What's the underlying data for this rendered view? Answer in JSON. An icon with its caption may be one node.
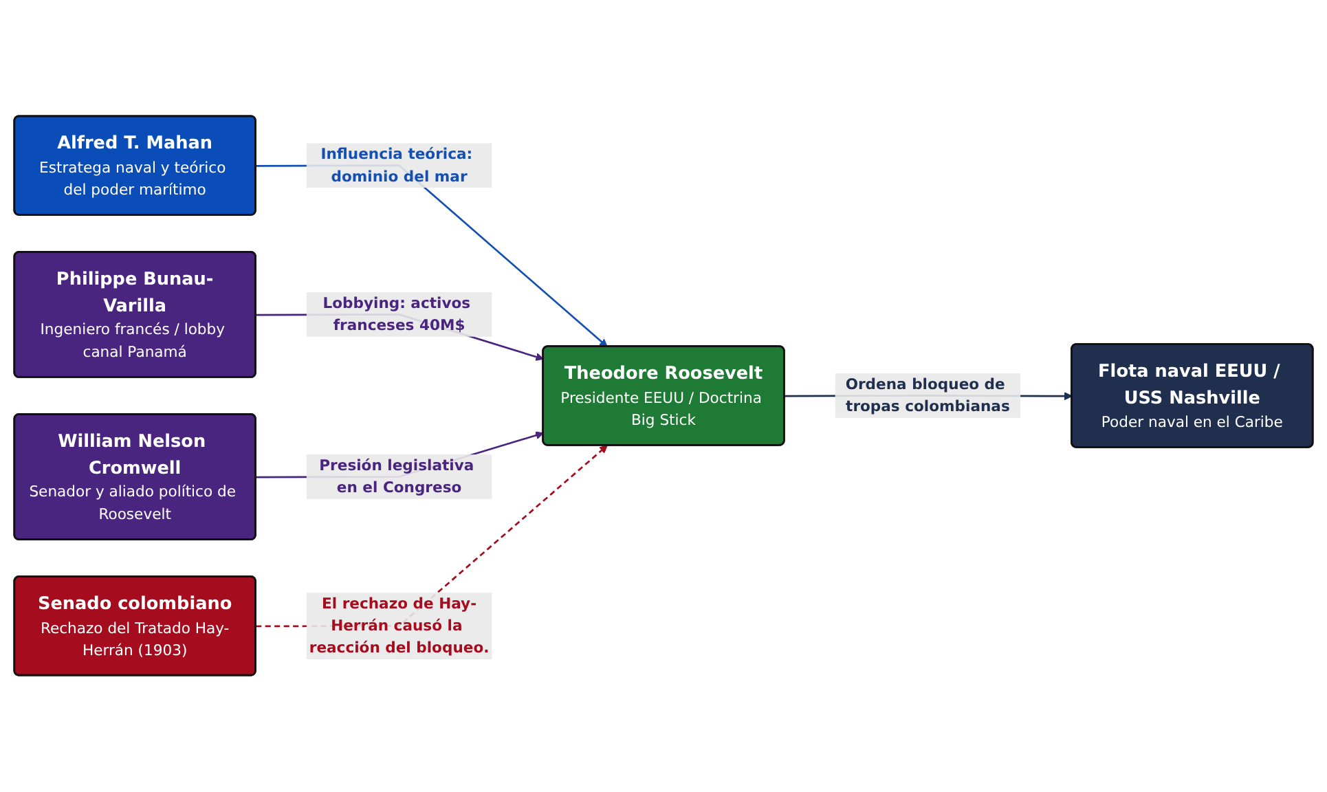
{
  "diagram": {
    "nodes": [
      {
        "text": [
          "Alfred T. Mahan",
          "Estratega naval y teórico del poder marítimo"
        ]
      },
      {
        "text": [
          "Senado colombiano",
          "Rechazo del Tratado Hay-Herrán (1903)"
        ]
      },
      {
        "text": [
          "Philippe Bunau-Varilla",
          "Ingeniero francés / lobby canal Panamá"
        ]
      },
      {
        "text": [
          "Theodore Roosevelt",
          "Presidente EEUU / Doctrina Big Stick"
        ]
      },
      {
        "text": [
          "William Nelson Cromwell",
          "Senador y aliado político de Roosevelt"
        ]
      },
      {
        "text": [
          "Flota naval EEUU / USS Nashville",
          "Poder naval en el Caribe"
        ]
      }
    ],
    "edges": [
      {
        "from": 0,
        "to": 3,
        "arrow": "to",
        "label": "Influencia teórica: dominio del mar",
        "color": "#1450b4"
      },
      {
        "from": 2,
        "to": 3,
        "arrow": "to",
        "label": "Lobbying: activos franceses 40M$",
        "color": "#4a2580"
      },
      {
        "from": 4,
        "to": 3,
        "arrow": "to",
        "label": "Presión legislativa en el Congreso",
        "color": "#4a2580"
      },
      {
        "from": 1,
        "to": 3,
        "arrow": "to",
        "label": "El rechazo de Hay-Herrán causó la reacción del bloqueo.",
        "style": "dashed",
        "color": "#a50d1f"
      },
      {
        "from": 3,
        "to": 5,
        "arrow": "to",
        "label": "Ordena bloqueo de tropas colombianas",
        "color": "#1f2f4d"
      }
    ]
  }
}
